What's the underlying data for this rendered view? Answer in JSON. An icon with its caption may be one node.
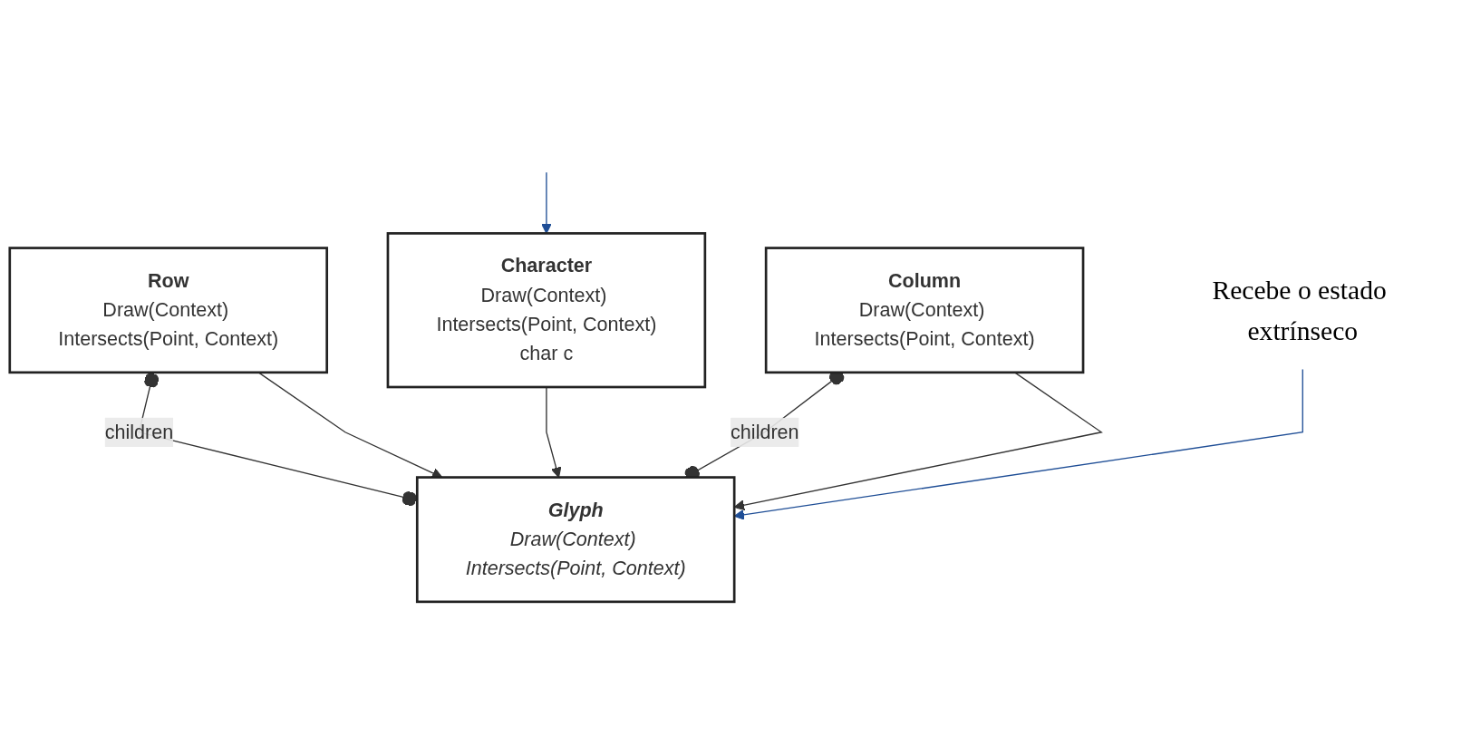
{
  "diagram": {
    "nodes": [
      {
        "text": [
          "Glyph",
          "Draw(Context) Intersects(Point, Context)"
        ]
      },
      {
        "text": [
          "Row",
          "Draw(Context) Intersects(Point, Context)"
        ]
      },
      {
        "text": [
          "Character",
          "Draw(Context) Intersects(Point, Context)",
          "char c"
        ]
      },
      {
        "text": [
          "Column",
          "Draw(Context) Intersects(Point, Context)"
        ]
      },
      {
        "text": [
          "Recebe o estado extrínseco"
        ]
      }
    ],
    "edges": [
      {
        "from": 1,
        "to": 0,
        "arrow": "other",
        "label": "children"
      },
      {
        "from": 3,
        "to": 0,
        "arrow": "other",
        "label": "children"
      },
      {
        "from": 1,
        "to": 0,
        "arrow": "to"
      },
      {
        "from": 2,
        "to": 0,
        "arrow": "to"
      },
      {
        "from": 3,
        "to": 0,
        "arrow": "to"
      },
      {
        "from": 4,
        "to": 0,
        "arrow": "to",
        "color": "#1f4e96"
      },
      {
        "from": null,
        "to": 2,
        "arrow": "to",
        "color": "#1f4e96"
      }
    ]
  }
}
